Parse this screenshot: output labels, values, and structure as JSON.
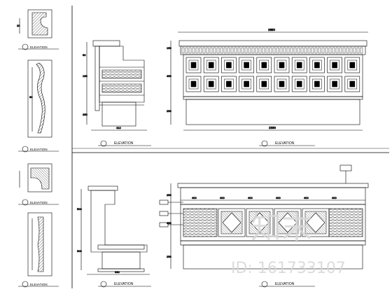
{
  "callouts": {
    "elevation": "ELEVATION"
  },
  "dimensions": {
    "top_cabinet_width": "2650",
    "top_cabinet_base": "2330",
    "bottom_widths": [
      "400",
      "400",
      "400",
      "400",
      "400",
      "400"
    ]
  },
  "watermark": {
    "chinese": "知末",
    "id": "ID: 161733107"
  },
  "colors": {
    "line": "#000000",
    "hatch": "#555555",
    "watermark": "#d8d8d8"
  }
}
